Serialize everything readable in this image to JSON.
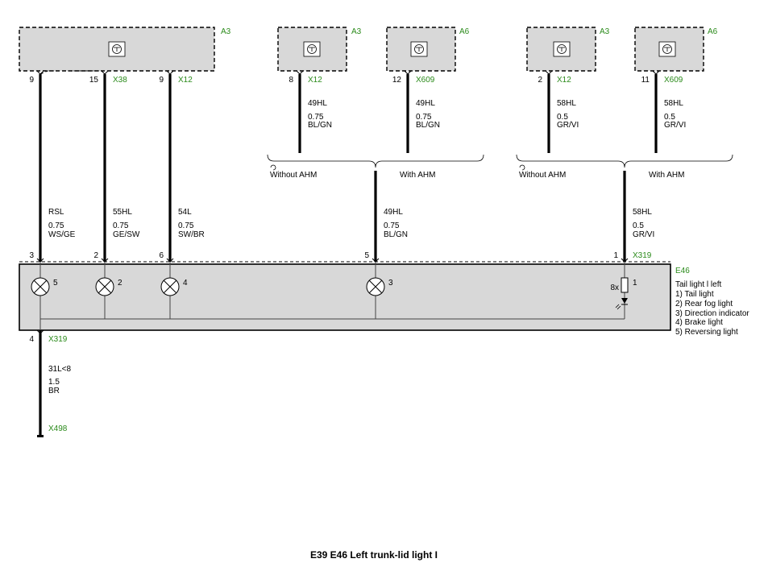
{
  "title": "E39 E46 Left trunk-lid light I",
  "units": [
    {
      "id": "main",
      "label": "A3"
    },
    {
      "id": "s1",
      "label": "A3"
    },
    {
      "id": "s2",
      "label": "A6"
    },
    {
      "id": "s3",
      "label": "A3"
    },
    {
      "id": "s4",
      "label": "A6"
    }
  ],
  "top_pins": [
    {
      "num": "9",
      "conn": ""
    },
    {
      "num": "15",
      "conn": "X38"
    },
    {
      "num": "9",
      "conn": "X12"
    },
    {
      "num": "8",
      "conn": "X12"
    },
    {
      "num": "12",
      "conn": "X609"
    },
    {
      "num": "2",
      "conn": "X12"
    },
    {
      "num": "11",
      "conn": "X609"
    }
  ],
  "upper_wires": [
    {
      "name": "49HL",
      "size": "0.75",
      "color": "BL/GN"
    },
    {
      "name": "49HL",
      "size": "0.75",
      "color": "BL/GN"
    },
    {
      "name": "58HL",
      "size": "0.5",
      "color": "GR/VI"
    },
    {
      "name": "58HL",
      "size": "0.5",
      "color": "GR/VI"
    }
  ],
  "variants": [
    {
      "without": "Without AHM",
      "with": "With AHM"
    },
    {
      "without": "Without AHM",
      "with": "With AHM"
    }
  ],
  "lower_wires": [
    {
      "name": "RSL",
      "size": "0.75",
      "color": "WS/GE"
    },
    {
      "name": "55HL",
      "size": "0.75",
      "color": "GE/SW"
    },
    {
      "name": "54L",
      "size": "0.75",
      "color": "SW/BR"
    },
    {
      "name": "49HL",
      "size": "0.75",
      "color": "BL/GN"
    },
    {
      "name": "58HL",
      "size": "0.5",
      "color": "GR/VI"
    }
  ],
  "e46_pins": [
    "3",
    "2",
    "6",
    "5",
    "1"
  ],
  "e46_conn": "X319",
  "e46": {
    "label": "E46",
    "legend_title": "Tail light l left",
    "legend": [
      "1) Tail light",
      "2) Rear fog light",
      "3) Direction indicator",
      "4) Brake light",
      "5) Reversing light"
    ],
    "lamps": [
      "5",
      "2",
      "4",
      "3"
    ],
    "led_count": "8x",
    "led_num": "1"
  },
  "ground": {
    "pin": "4",
    "conn": "X319",
    "name": "31L<8",
    "size": "1.5",
    "color": "BR",
    "point": "X498"
  }
}
